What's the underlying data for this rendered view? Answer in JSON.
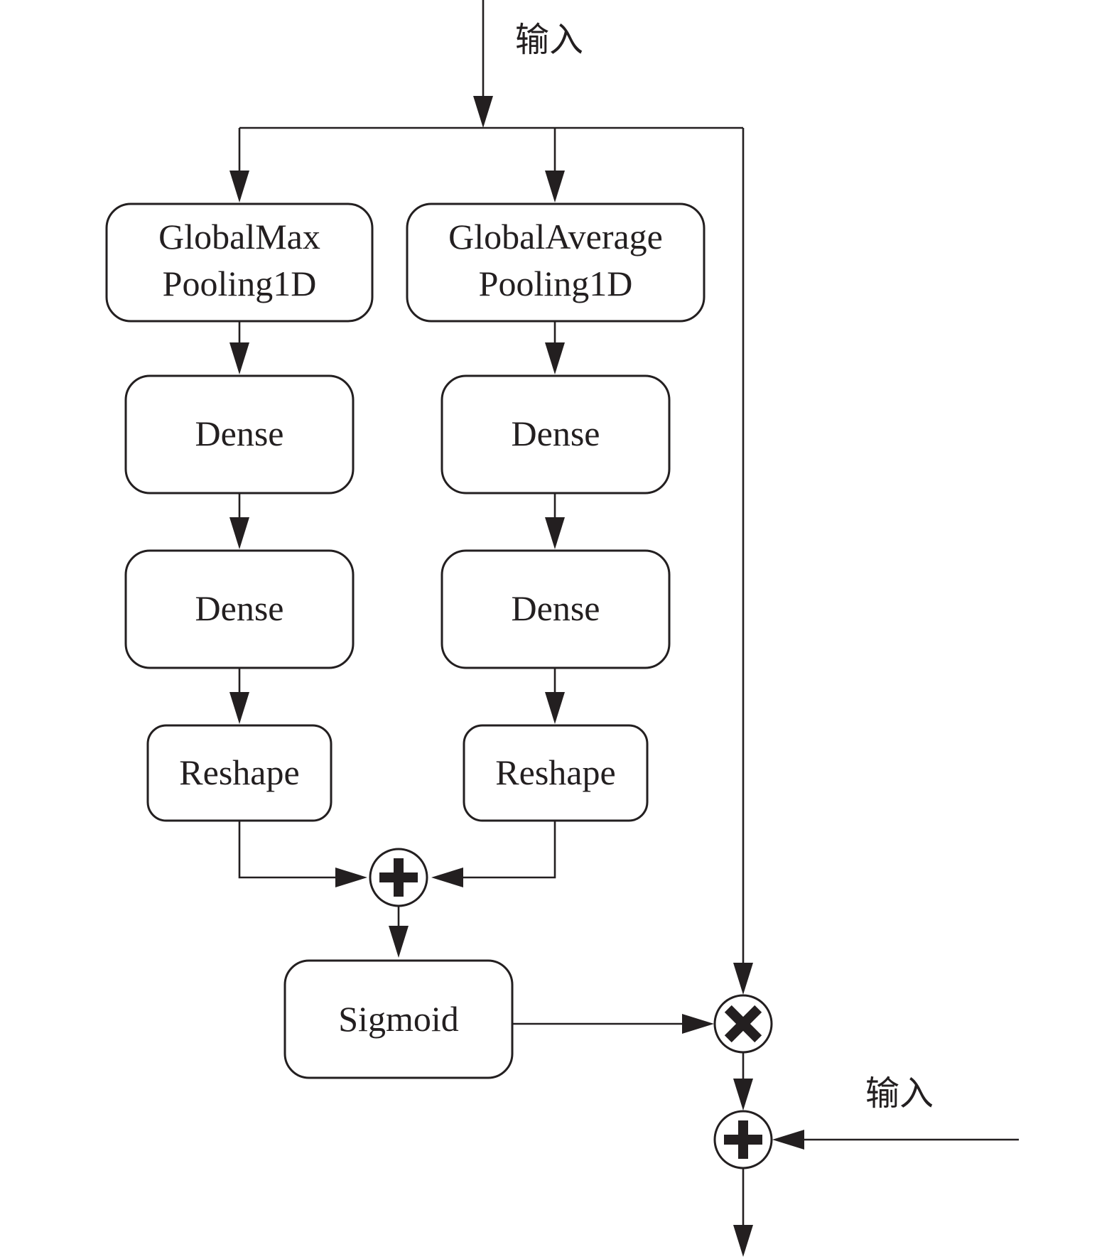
{
  "diagram": {
    "input_label_top": "输入",
    "input_label_side": "输入",
    "left_branch": {
      "pool_line1": "GlobalMax",
      "pool_line2": "Pooling1D",
      "dense1": "Dense",
      "dense2": "Dense",
      "reshape": "Reshape"
    },
    "right_branch": {
      "pool_line1": "GlobalAverage",
      "pool_line2": "Pooling1D",
      "dense1": "Dense",
      "dense2": "Dense",
      "reshape": "Reshape"
    },
    "sigmoid": "Sigmoid",
    "operators": {
      "add_branches": "add",
      "multiply": "multiply",
      "add_residual": "add"
    }
  }
}
